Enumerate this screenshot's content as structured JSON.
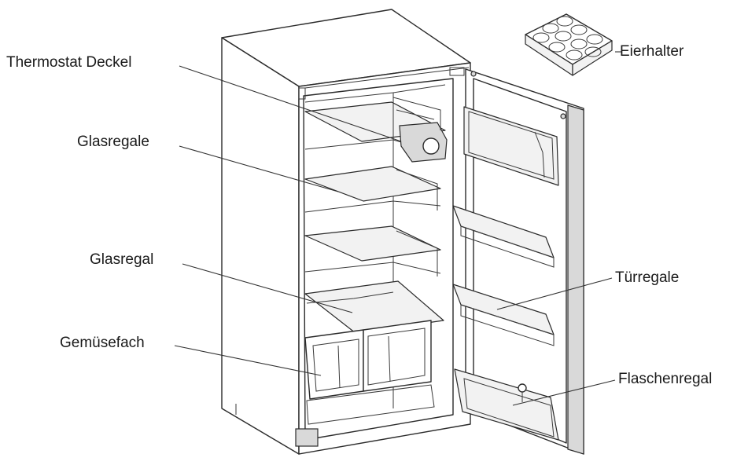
{
  "labels": {
    "thermostat": "Thermostat Deckel",
    "glasregale": "Glasregale",
    "glasregal": "Glasregal",
    "gemuesefach": "Gemüsefach",
    "eierhalter": "Eierhalter",
    "tuerregale": "Türregale",
    "flaschenregal": "Flaschenregal"
  },
  "colors": {
    "line": "#2b2b2b",
    "background": "#ffffff"
  }
}
